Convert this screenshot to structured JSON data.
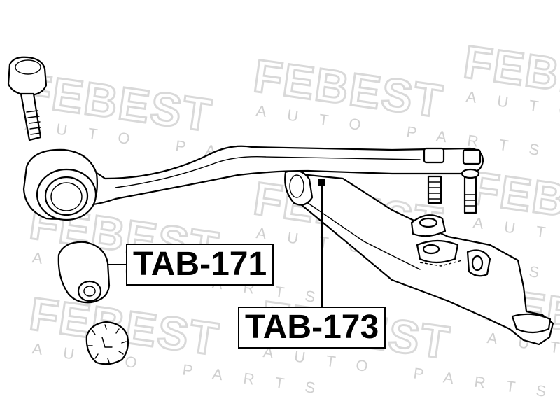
{
  "watermark": {
    "brand": "FEBEST",
    "subtitle": "AUTO PARTS"
  },
  "labels": {
    "part_1": "TAB-171",
    "part_2": "TAB-173"
  },
  "colors": {
    "ink": "#000000",
    "watermark": "#d9d9d9",
    "background": "#ffffff"
  }
}
